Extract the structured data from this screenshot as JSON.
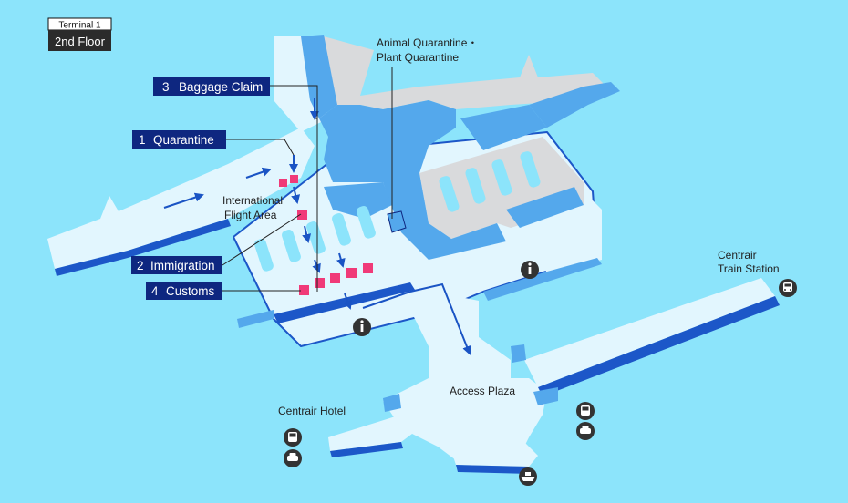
{
  "floor_badge": {
    "terminal": "Terminal 1",
    "floor": "2nd Floor"
  },
  "steps": [
    {
      "number": "3",
      "label": "Baggage Claim"
    },
    {
      "number": "1",
      "label": "Quarantine"
    },
    {
      "number": "2",
      "label": "Immigration"
    },
    {
      "number": "4",
      "label": "Customs"
    }
  ],
  "labels": {
    "animal_quarantine": "Animal Quarantine・",
    "plant_quarantine": "Plant Quarantine",
    "international_line1": "International",
    "international_line2": "Flight Area",
    "train_line1": "Centrair",
    "train_line2": "Train Station",
    "access_plaza": "Access Plaza",
    "hotel": "Centrair Hotel"
  },
  "icons": {
    "info": "information-icon",
    "train": "train-icon",
    "bus": "bus-icon",
    "taxi": "taxi-icon",
    "ferry": "ferry-icon"
  },
  "colors": {
    "sea": "#8ce4fb",
    "floor": "#e2f6fe",
    "building": "#54a8ec",
    "gray_area": "#d9dadc",
    "route": "#1a54c4",
    "navy": "#0e2780",
    "checkpoint": "#f03a78"
  }
}
